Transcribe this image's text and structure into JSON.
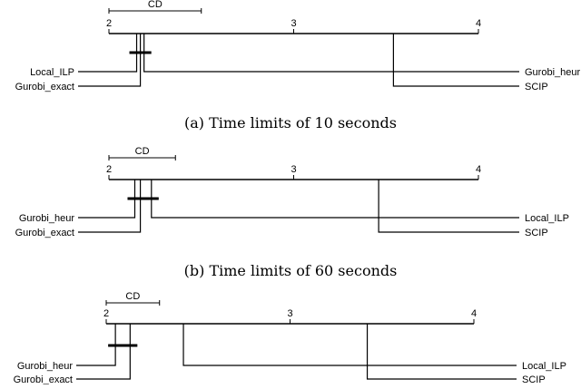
{
  "chart_data": [
    {
      "type": "critical-difference",
      "caption": "(a)  Time limits of 10 seconds",
      "axis": {
        "min": 1,
        "max": 4,
        "visible_from": 2,
        "ticks": [
          2,
          3,
          4
        ]
      },
      "cd_label": "CD",
      "cd_value": 0.5,
      "methods": [
        {
          "name": "Local_ILP",
          "rank": 2.15,
          "side": "left"
        },
        {
          "name": "Gurobi_exact",
          "rank": 2.17,
          "side": "left"
        },
        {
          "name": "Gurobi_heur",
          "rank": 2.19,
          "side": "right"
        },
        {
          "name": "SCIP",
          "rank": 3.54,
          "side": "right"
        }
      ],
      "cliques": [
        [
          "Local_ILP",
          "Gurobi_heur"
        ]
      ]
    },
    {
      "type": "critical-difference",
      "caption": "(b)  Time limits of 60 seconds",
      "axis": {
        "min": 1,
        "max": 4,
        "visible_from": 2,
        "ticks": [
          2,
          3,
          4
        ]
      },
      "cd_label": "CD",
      "cd_value": 0.36,
      "methods": [
        {
          "name": "Gurobi_heur",
          "rank": 2.14,
          "side": "left"
        },
        {
          "name": "Gurobi_exact",
          "rank": 2.17,
          "side": "left"
        },
        {
          "name": "Local_ILP",
          "rank": 2.23,
          "side": "right"
        },
        {
          "name": "SCIP",
          "rank": 3.46,
          "side": "right"
        }
      ],
      "cliques": [
        [
          "Gurobi_heur",
          "Local_ILP"
        ]
      ]
    },
    {
      "type": "critical-difference",
      "caption": "",
      "axis": {
        "min": 1,
        "max": 4,
        "visible_from": 2,
        "ticks": [
          2,
          3,
          4
        ]
      },
      "cd_label": "CD",
      "cd_value": 0.29,
      "methods": [
        {
          "name": "Gurobi_heur",
          "rank": 2.05,
          "side": "left"
        },
        {
          "name": "Gurobi_exact",
          "rank": 2.13,
          "side": "left"
        },
        {
          "name": "Local_ILP",
          "rank": 2.42,
          "side": "right"
        },
        {
          "name": "SCIP",
          "rank": 3.42,
          "side": "right"
        }
      ],
      "cliques": [
        [
          "Gurobi_heur",
          "Gurobi_exact"
        ]
      ]
    }
  ]
}
